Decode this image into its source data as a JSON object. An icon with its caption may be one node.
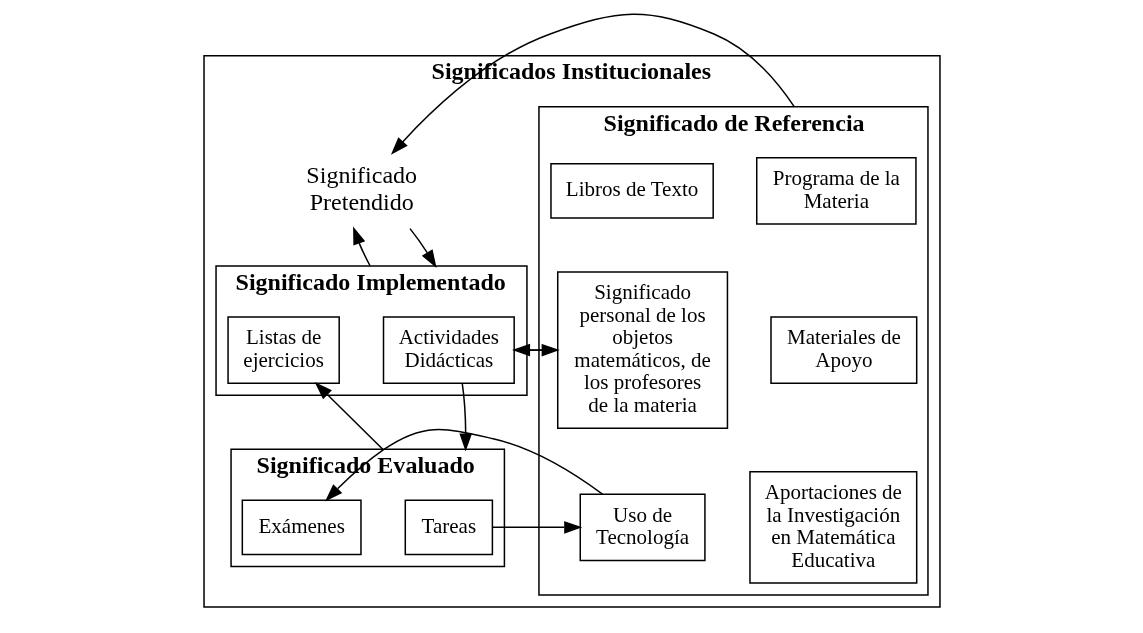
{
  "diagram": {
    "nodes": [
      {
        "text": [
          "Significados Institucionales"
        ]
      },
      {
        "text": [
          "Significado de Referencia"
        ],
        "in": 0
      },
      {
        "text": [
          "Programa de la Materia"
        ],
        "in": 1
      },
      {
        "text": [
          "Libros de Texto"
        ],
        "in": 1
      },
      {
        "text": [
          "Materiales de Apoyo"
        ],
        "in": 1
      },
      {
        "text": [
          "Significado personal de los objetos matemáticos, de los profesores de la materia"
        ],
        "in": 1
      },
      {
        "text": [
          "Aportaciones de la Investigación en Matemática Educativa"
        ],
        "in": 1
      },
      {
        "text": [
          "Uso de Tecnología"
        ],
        "in": 1
      },
      {
        "text": [
          "Significado Pretendido"
        ],
        "in": 0
      },
      {
        "text": [
          "Significado Implementado"
        ],
        "in": 0
      },
      {
        "text": [
          "Actividades Didácticas"
        ],
        "in": 9
      },
      {
        "text": [
          "Listas de ejercicios"
        ],
        "in": 9
      },
      {
        "text": [
          "Significado Evaluado"
        ],
        "in": 0
      },
      {
        "text": [
          "Tareas"
        ],
        "in": 12
      },
      {
        "text": [
          "Exámenes"
        ],
        "in": 12
      }
    ],
    "edges": [
      {
        "from": 1,
        "to": 8,
        "arrow": "to"
      },
      {
        "from": 8,
        "to": 9,
        "arrow": "to"
      },
      {
        "from": 9,
        "to": 8,
        "arrow": "to"
      },
      {
        "from": 5,
        "to": 10,
        "arrow": "to"
      },
      {
        "from": 10,
        "to": 5,
        "arrow": "to"
      },
      {
        "from": 10,
        "to": 12,
        "arrow": "to"
      },
      {
        "from": 12,
        "to": 11,
        "arrow": "to"
      },
      {
        "from": 13,
        "to": 7,
        "arrow": "to"
      },
      {
        "from": 7,
        "to": 14,
        "arrow": "to"
      }
    ]
  }
}
